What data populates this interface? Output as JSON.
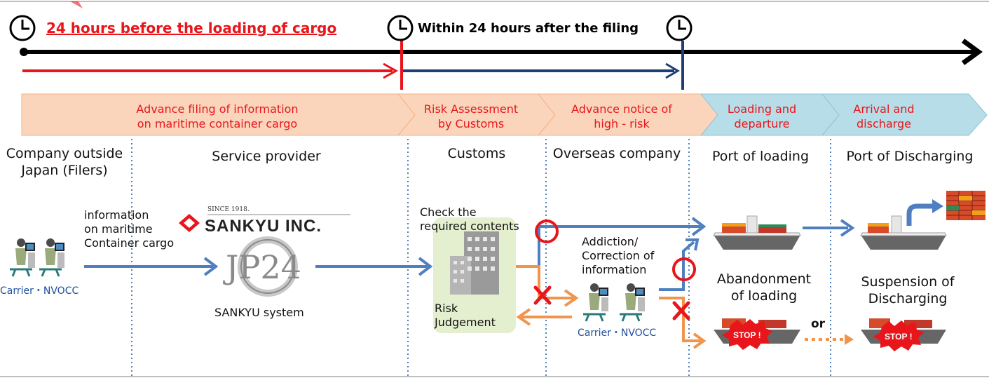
{
  "timeline": {
    "clock_label_red": "24 hours before the loading of cargo",
    "clock_label_black": "Within 24 hours after the filing"
  },
  "stages": [
    {
      "text_line1": "Advance filing of information",
      "text_line2": "on maritime container cargo"
    },
    {
      "text_line1": "Risk Assessment",
      "text_line2": "by Customs"
    },
    {
      "text_line1": "Advance notice of",
      "text_line2": "high - risk"
    },
    {
      "text_line1": "Loading and",
      "text_line2": "departure"
    },
    {
      "text_line1": "Arrival and",
      "text_line2": "discharge"
    }
  ],
  "columns": [
    {
      "line1": "Company outside",
      "line2": "Japan (Filers)"
    },
    {
      "line1": "Service provider",
      "line2": ""
    },
    {
      "line1": "Customs",
      "line2": ""
    },
    {
      "line1": "Overseas company",
      "line2": ""
    },
    {
      "line1": "Port of loading",
      "line2": ""
    },
    {
      "line1": "Port of Discharging",
      "line2": ""
    }
  ],
  "labels": {
    "info_line1": "information",
    "info_line2": "on maritime",
    "info_line3": "Container  cargo",
    "carrier_left": "Carrier・NVOCC",
    "carrier_mid": "Carrier・NVOCC",
    "sankyu_since": "SINCE 1918.",
    "sankyu_name": "SANKYU INC.",
    "jp24": "JP24",
    "sankyu_system": "SANKYU system",
    "check_line1": "Check the",
    "check_line2": "required contents",
    "risk_line1": "Risk",
    "risk_line2": "Judgement",
    "addiction_line1": "Addiction/",
    "addiction_line2": "Correction of",
    "addiction_line3": "information",
    "abandon_line1": "Abandonment",
    "abandon_line2": "of loading",
    "suspension_line1": "Suspension of",
    "suspension_line2": "Discharging",
    "or": "or",
    "stop1": "STOP !",
    "stop2": "STOP !"
  },
  "colors": {
    "red": "#e8151b",
    "blue_arrow": "#4f7fc0",
    "navy": "#1f3f73",
    "orange": "#f1944c",
    "stage_orange": "#fbd5bb",
    "stage_blue": "#b7dde8",
    "green_box": "#e4efcf"
  },
  "icons": [
    "clock-icon",
    "computer-user-icon",
    "building-icon",
    "container-ship-icon",
    "stop-burst-icon",
    "cross-icon",
    "circle-ok-icon",
    "container-stack-icon"
  ]
}
